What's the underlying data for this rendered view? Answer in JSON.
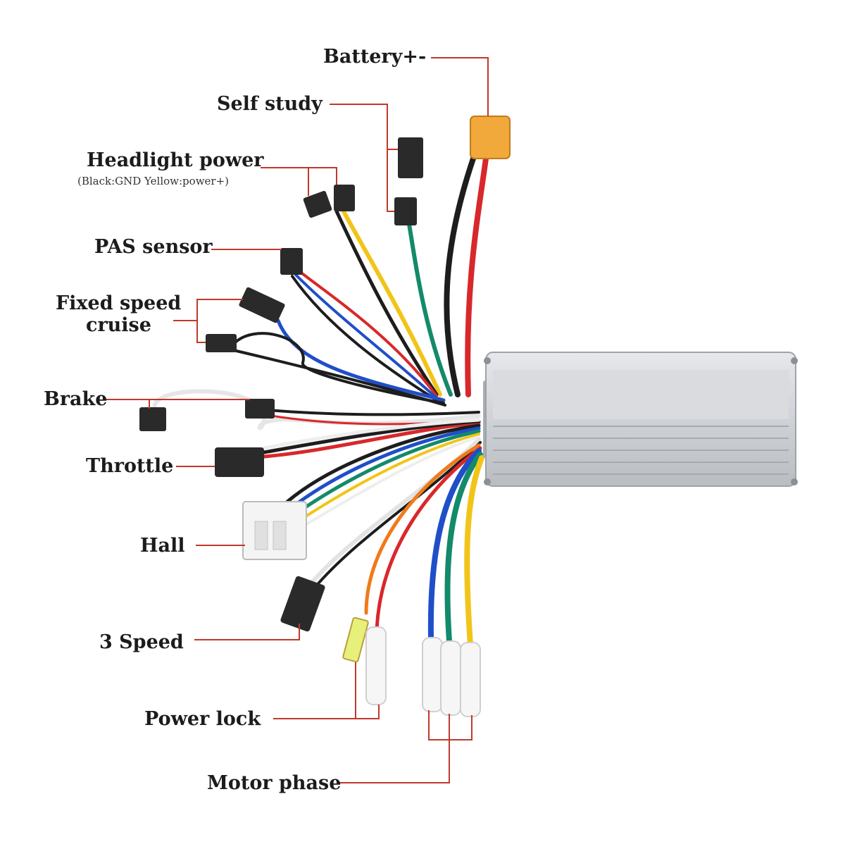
{
  "labels": {
    "battery": "Battery+-",
    "self_study": "Self study",
    "headlight_power": "Headlight power",
    "headlight_note": "(Black:GND Yellow:power+)",
    "pas_sensor": "PAS sensor",
    "fixed_speed_cruise_line1": "Fixed speed",
    "fixed_speed_cruise_line2": "cruise",
    "brake": "Brake",
    "throttle": "Throttle",
    "hall": "Hall",
    "three_speed": "3 Speed",
    "power_lock": "Power lock",
    "motor_phase": "Motor phase"
  },
  "colors": {
    "leader_line": "#c0392b",
    "controller_body": "#c9ccd1",
    "xt60_connector": "#f0a93a",
    "wire_red": "#d8282b",
    "wire_black": "#1d1d1d",
    "wire_yellow": "#f2c418",
    "wire_green": "#138a6a",
    "wire_blue": "#1f4fc8",
    "wire_white": "#eeeeee",
    "wire_orange": "#f07a1a"
  }
}
